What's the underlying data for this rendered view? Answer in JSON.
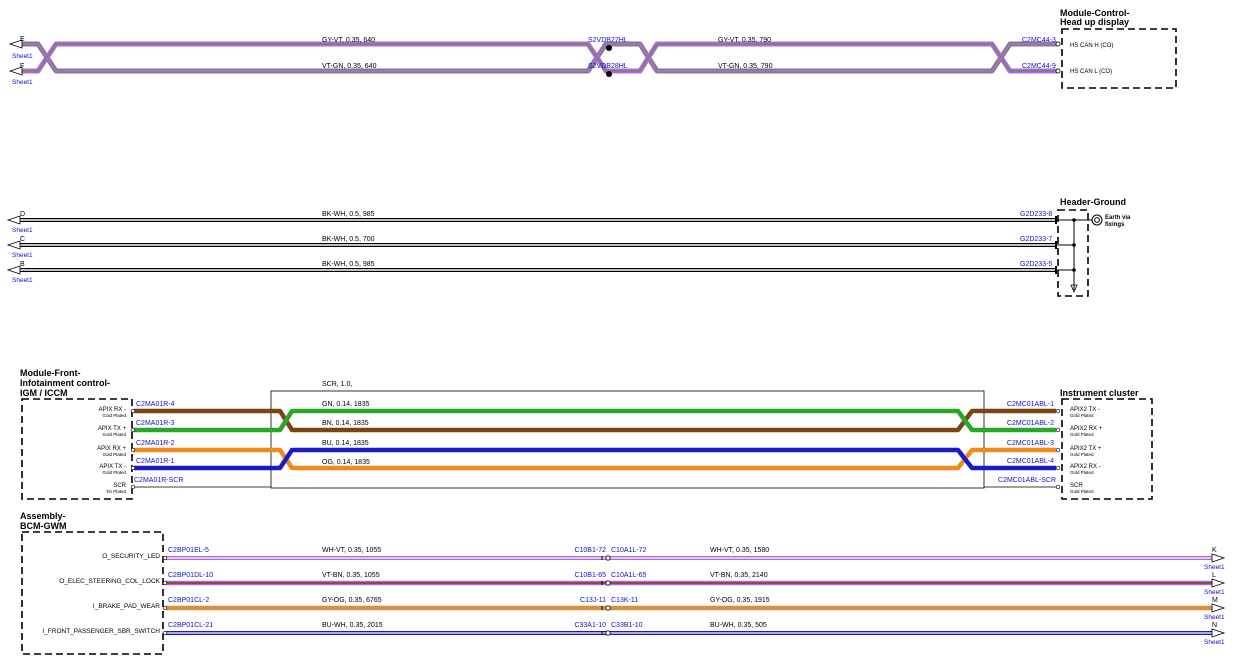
{
  "colors": {
    "GY": "#7f7f7f",
    "VT": "#b06ad8",
    "BK": "#000000",
    "WH": "#ffffff",
    "GN": "#28a828",
    "BN": "#7a4415",
    "BU": "#1a1ac8",
    "OG": "#f08a1c",
    "link": "#1010d0",
    "frame": "#000000"
  },
  "section1": {
    "module_title": [
      "Module-Control-",
      "Head up display"
    ],
    "pins": [
      "HS CAN H (CO)",
      "HS CAN L (CO)"
    ],
    "wires": [
      {
        "left_letter": "E",
        "left_sheet": "Sheet1",
        "spec_left": "GY-VT,  0.35,  640",
        "splice": "S2VDB27HL",
        "spec_right": "GY-VT,  0.35,  790",
        "connector": "C2MC44-3"
      },
      {
        "left_letter": "F",
        "left_sheet": "Sheet1",
        "spec_left": "VT-GN,  0.35,  640",
        "splice": "S2VDB28HL",
        "spec_right": "VT-GN,  0.35,  790",
        "connector": "C2MC44-9"
      }
    ]
  },
  "section2": {
    "module_title": "Header-Ground",
    "earth_label": [
      "Earth via",
      "fixings"
    ],
    "wires": [
      {
        "left_letter": "D",
        "left_sheet": "Sheet1",
        "spec": "BK-WH,  0.5,  985",
        "connector": "G2D233-8"
      },
      {
        "left_letter": "C",
        "left_sheet": "Sheet1",
        "spec": "BK-WH,  0.5,  700",
        "connector": "G2D233-7"
      },
      {
        "left_letter": "B",
        "left_sheet": "Sheet1",
        "spec": "BK-WH,  0.5,  985",
        "connector": "G2D233-5"
      }
    ]
  },
  "section3": {
    "left_module_title": [
      "Module-Front-",
      "Infotainment control-",
      "IGM / ICCM"
    ],
    "right_module_title": "Instrument cluster",
    "shield_spec": "SCR,  1.0,",
    "left_pins": [
      {
        "name": "APIX RX -",
        "sub": "Gold Plated",
        "connector": "C2MA01R-4"
      },
      {
        "name": "APIX TX +",
        "sub": "Gold Plated",
        "connector": "C2MA01R-3"
      },
      {
        "name": "APIX RX +",
        "sub": "Gold Plated",
        "connector": "C2MA01R-2"
      },
      {
        "name": "APIX TX -",
        "sub": "Gold Plated",
        "connector": "C2MA01R-1"
      },
      {
        "name": "SCR",
        "sub": "Tin Plated",
        "connector": "C2MA01R-SCR"
      }
    ],
    "right_pins": [
      {
        "name": "APIX2 TX -",
        "sub": "Gold Plated",
        "connector": "C2MC01ABL-1"
      },
      {
        "name": "APIX2 RX +",
        "sub": "Gold Plated",
        "connector": "C2MC01ABL-2"
      },
      {
        "name": "APIX2 TX +",
        "sub": "Gold Plated",
        "connector": "C2MC01ABL-3"
      },
      {
        "name": "APIX2 RX -",
        "sub": "Gold Plated",
        "connector": "C2MC01ABL-4"
      },
      {
        "name": "SCR",
        "sub": "Gold Plated",
        "connector": "C2MC01ABL-SCR"
      }
    ],
    "wire_specs": [
      "GN,  0.14,  1835",
      "BN,  0.14,  1835",
      "BU,  0.14,  1835",
      "OG,  0.14,  1835"
    ]
  },
  "section4": {
    "module_title": [
      "Assembly-",
      "BCM-GWM"
    ],
    "wires": [
      {
        "pin": "O_SECURITY_LED",
        "connector": "C2BP01EL-5",
        "spec_left": "WH-VT,  0.35,  1055",
        "inline_left": "C10B1-72",
        "inline_right": "C10A1L-72",
        "spec_right": "WH-VT,  0.35,  1580",
        "right_letter": "K",
        "right_sheet": "Sheet1"
      },
      {
        "pin": "O_ELEC_STEERING_COL_LOCK",
        "connector": "C2BP01DL-10",
        "spec_left": "VT-BN,  0.35,  1055",
        "inline_left": "C10B1-65",
        "inline_right": "C10A1L-65",
        "spec_right": "VT-BN,  0.35,  2140",
        "right_letter": "L",
        "right_sheet": "Sheet1"
      },
      {
        "pin": "I_BRAKE_PAD_WEAR",
        "connector": "C2BP01CL-2",
        "spec_left": "GY-OG,  0.35,  6765",
        "inline_left": "C13J-11",
        "inline_right": "C13K-11",
        "spec_right": "GY-OG,  0.35,  1915",
        "right_letter": "M",
        "right_sheet": "Sheet1"
      },
      {
        "pin": "I_FRONT_PASSENGER_SBR_SWITCH",
        "connector": "C2BP01CL-21",
        "spec_left": "BU-WH,  0.35,  2015",
        "inline_left": "C33A1-10",
        "inline_right": "C33B1-10",
        "spec_right": "BU-WH,  0.35,  505",
        "right_letter": "N",
        "right_sheet": "Sheet1"
      }
    ]
  }
}
